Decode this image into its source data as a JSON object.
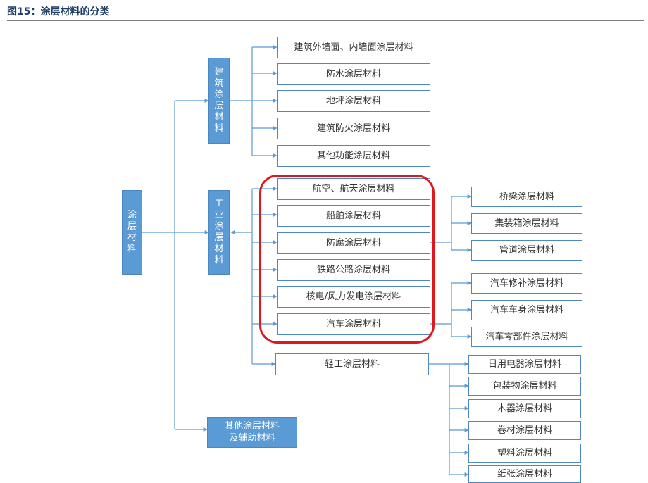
{
  "header": {
    "title": "图15：涂层材料的分类"
  },
  "root": {
    "label": "涂层材料"
  },
  "branches": {
    "building": {
      "label": "建筑涂层材料",
      "children": [
        "建筑外墙面、内墙面涂层材料",
        "防水涂层材料",
        "地坪涂层材料",
        "建筑防火涂层材料",
        "其他功能涂层材料"
      ]
    },
    "industrial": {
      "label": "工业涂层材料",
      "children": [
        "航空、航天涂层材料",
        "船舶涂层材料",
        "防腐涂层材料",
        "铁路公路涂层材料",
        "核电/风力发电涂层材料",
        "汽车涂层材料"
      ]
    },
    "light_industry": {
      "label": "轻工涂层材料",
      "children": [
        "日用电器涂层材料",
        "包装物涂层材料",
        "木器涂层材料",
        "卷材涂层材料",
        "塑料涂层材料",
        "纸张涂层材料"
      ]
    },
    "other": {
      "label": "其他涂层材料\n及辅助材料"
    }
  },
  "anticorrosion_children": [
    "桥梁涂层材料",
    "集装箱涂层材料",
    "管道涂层材料"
  ],
  "auto_children": [
    "汽车修补涂层材料",
    "汽车车身涂层材料",
    "汽车零部件涂层材料"
  ],
  "colors": {
    "solid_fill": "#5b9bd5",
    "outline": "#4f87c5",
    "connector": "#5b9bd5",
    "highlight": "#e0171f",
    "title": "#1f3e66"
  }
}
